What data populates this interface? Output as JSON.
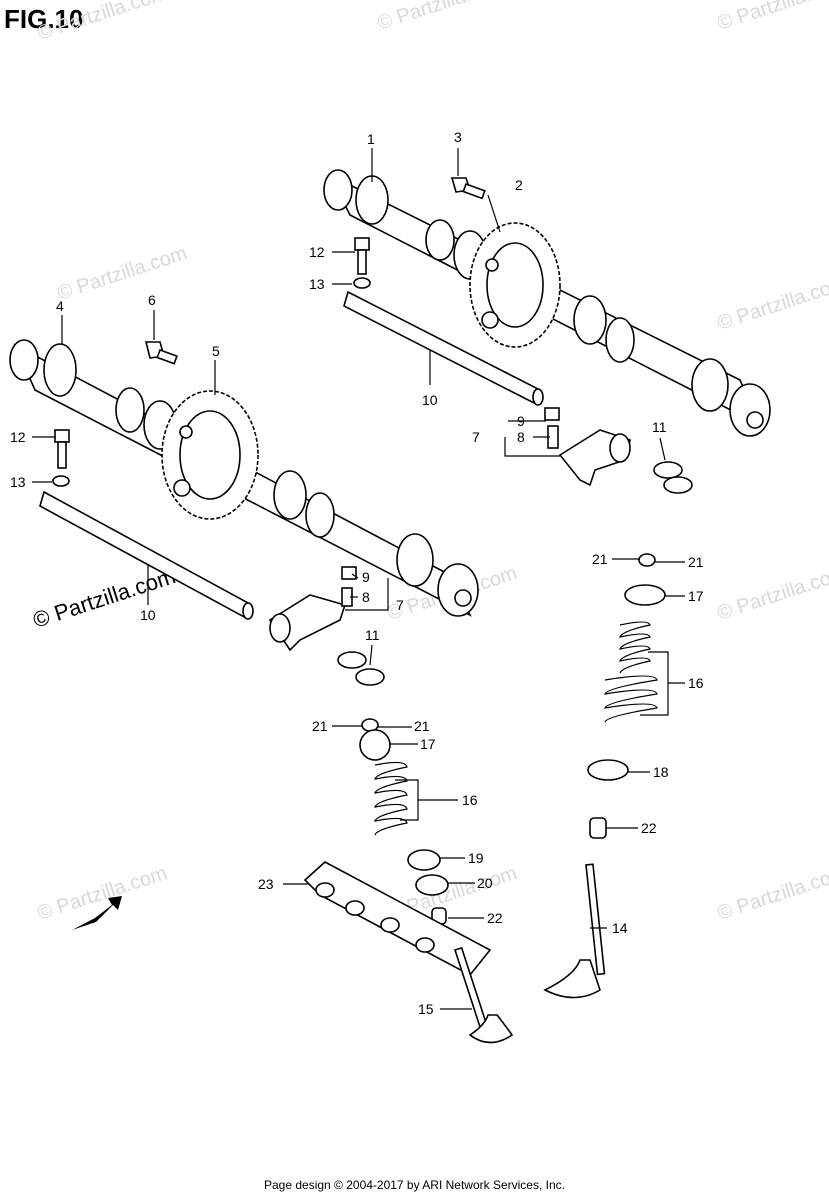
{
  "title": "FIG.10",
  "footer": "Page design © 2004-2017 by ARI Network Services, Inc.",
  "watermarks": [
    "© Partzilla.com",
    "© Partzilla.com",
    "© Partzilla.com",
    "© Partzilla.com",
    "© Partzilla.com",
    "© Partzilla.com",
    "© Partzilla.com",
    "© Partzilla.com",
    "© Partzilla.com",
    "© Partzilla.com"
  ],
  "watermark_main": "© Partzilla.com",
  "fwd_label": "FWD",
  "callouts": [
    "1",
    "2",
    "3",
    "4",
    "5",
    "6",
    "7",
    "7",
    "8",
    "8",
    "9",
    "9",
    "10",
    "10",
    "11",
    "11",
    "12",
    "12",
    "13",
    "13",
    "14",
    "15",
    "16",
    "16",
    "17",
    "17",
    "18",
    "19",
    "20",
    "21",
    "21",
    "21",
    "21",
    "22",
    "22",
    "23"
  ]
}
